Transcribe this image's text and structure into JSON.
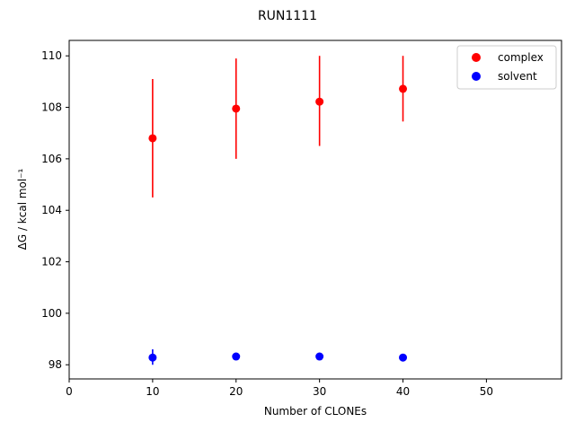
{
  "chart_data": {
    "type": "scatter",
    "title": "RUN1111",
    "xlabel": "Number of CLONEs",
    "ylabel": "ΔG / kcal mol⁻¹",
    "xlim": [
      0,
      59
    ],
    "ylim": [
      97.45,
      110.6
    ],
    "xticks": [
      0,
      10,
      20,
      30,
      40,
      50
    ],
    "yticks": [
      98,
      100,
      102,
      104,
      106,
      108,
      110
    ],
    "grid": false,
    "legend_position": "top-right",
    "series": [
      {
        "name": "complex",
        "color": "#ff0000",
        "x": [
          10,
          20,
          30,
          40
        ],
        "y": [
          106.8,
          107.95,
          108.22,
          108.72
        ],
        "err_low": [
          104.5,
          106.0,
          106.5,
          107.45
        ],
        "err_high": [
          109.1,
          109.9,
          110.0,
          110.0
        ]
      },
      {
        "name": "solvent",
        "color": "#0000ff",
        "x": [
          10,
          20,
          30,
          40
        ],
        "y": [
          98.28,
          98.32,
          98.32,
          98.28
        ],
        "err_low": [
          98.0,
          98.28,
          98.28,
          98.25
        ],
        "err_high": [
          98.6,
          98.38,
          98.38,
          98.32
        ]
      }
    ]
  }
}
